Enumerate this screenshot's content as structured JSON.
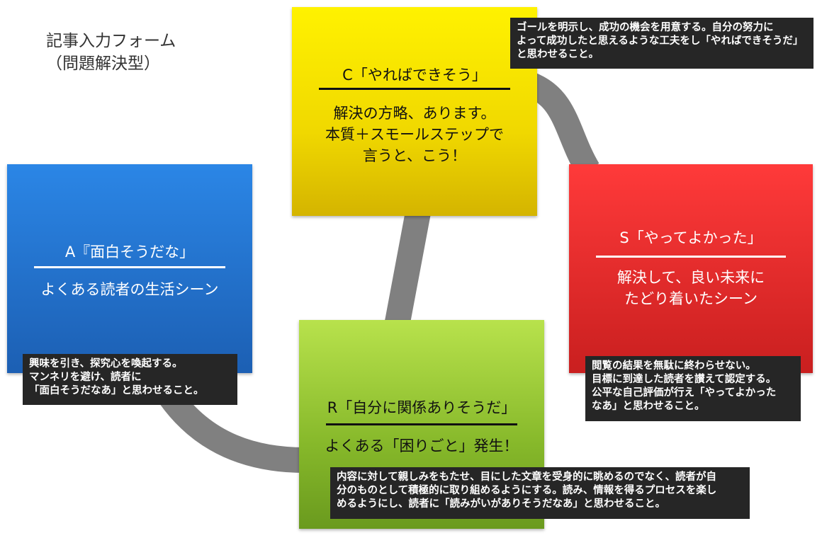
{
  "title": {
    "line1": "記事入力フォーム",
    "line2": "（問題解決型）"
  },
  "boxes": {
    "c": {
      "head": "C「やればできそう」",
      "body": [
        "解決の方略、あります。",
        "本質＋スモールステップで",
        "言うと、こう！"
      ],
      "color": "#fff200"
    },
    "a": {
      "head": "A『面白そうだな」",
      "body": [
        "よくある読者の生活シーン"
      ],
      "color": "#2b86e6"
    },
    "s": {
      "head": "S「やってよかった」",
      "body": [
        "解決して、良い未来に",
        "たどり着いたシーン"
      ],
      "color": "#ff3a3a"
    },
    "r": {
      "head": "R「自分に関係ありそうだ」",
      "body": [
        "よくある「困りごと」発生！"
      ],
      "color": "#a8d840"
    }
  },
  "notes": {
    "c": [
      "ゴールを明示し、成功の機会を用意する。自分の努力に",
      "よって成功したと思えるような工夫をし「やればできそうだ」",
      "と思わせること。"
    ],
    "a": [
      "興味を引き、探究心を喚起する。",
      "マンネリを避け、読者に",
      "「面白そうだなあ」と思わせること。"
    ],
    "s": [
      "閲覧の結果を無駄に終わらせない。",
      "目標に到達した読者を讃えて認定する。",
      "公平な自己評価が行え「やってよかった",
      "なあ」と思わせること。"
    ],
    "r": [
      "内容に対して親しみをもたせ、目にした文章を受身的に眺めるのでなく、読者が自",
      "分のものとして積極的に取り組めるようにする。読み、情報を得るプロセスを楽し",
      "めるようにし、読者に「読みがいがありそうだなあ」と思わせること。"
    ]
  }
}
